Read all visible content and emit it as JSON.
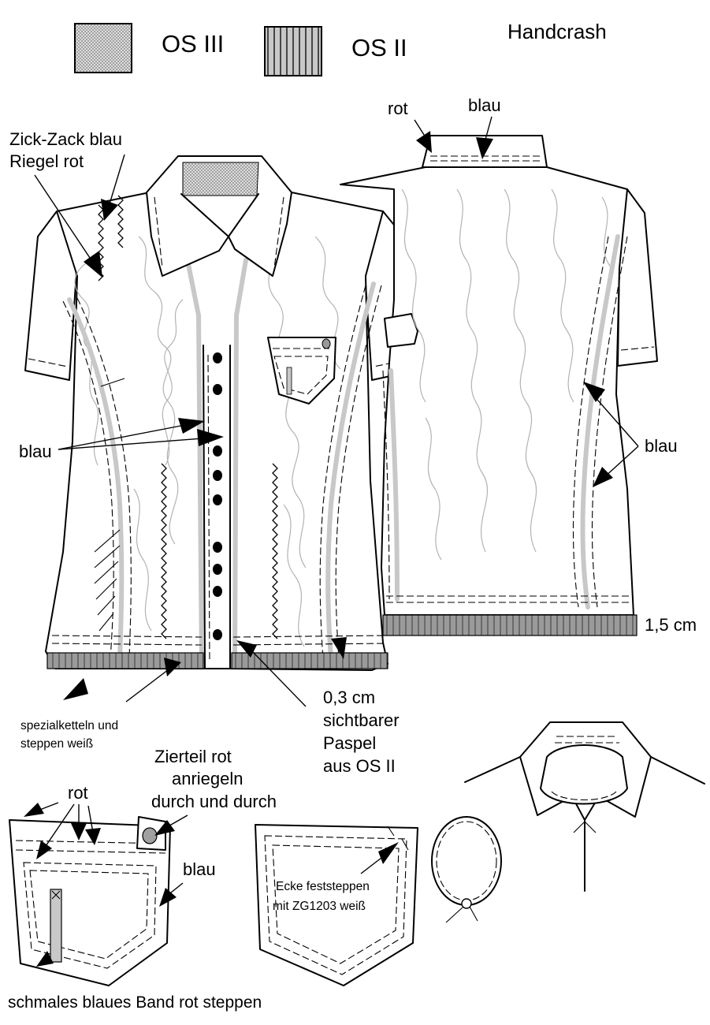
{
  "legend": {
    "items": [
      {
        "swatch": "crosshatch",
        "label": "OS III"
      },
      {
        "swatch": "vertical-stripes",
        "label": "OS II"
      }
    ],
    "title": "Handcrash"
  },
  "front_labels": {
    "zigzag_line1": "Zick-Zack blau",
    "zigzag_line2": "Riegel rot",
    "blau": "blau",
    "chain_line1": "spezialketteln und",
    "chain_line2": "steppen weiß",
    "piping_line1": "0,3 cm",
    "piping_line2": "sichtbarer",
    "piping_line3": "Paspel",
    "piping_line4": "aus OS II"
  },
  "back_labels": {
    "rot": "rot",
    "blau_collar": "blau",
    "blau_side": "blau",
    "hem_width": "1,5 cm"
  },
  "pocket_labels": {
    "rot": "rot",
    "deco_line1": "Zierteil rot",
    "deco_line2": "anriegeln",
    "deco_line3": "durch und durch",
    "blau": "blau",
    "band": "schmales blaues Band rot steppen",
    "corner_line1": "Ecke feststeppen",
    "corner_line2": "mit ZG1203 weiß"
  },
  "colors": {
    "ink": "#000000",
    "fabric_os2": "#c8c8c8",
    "fabric_os3": "#d9d9d9",
    "handcrash": "#b3b3b3"
  }
}
